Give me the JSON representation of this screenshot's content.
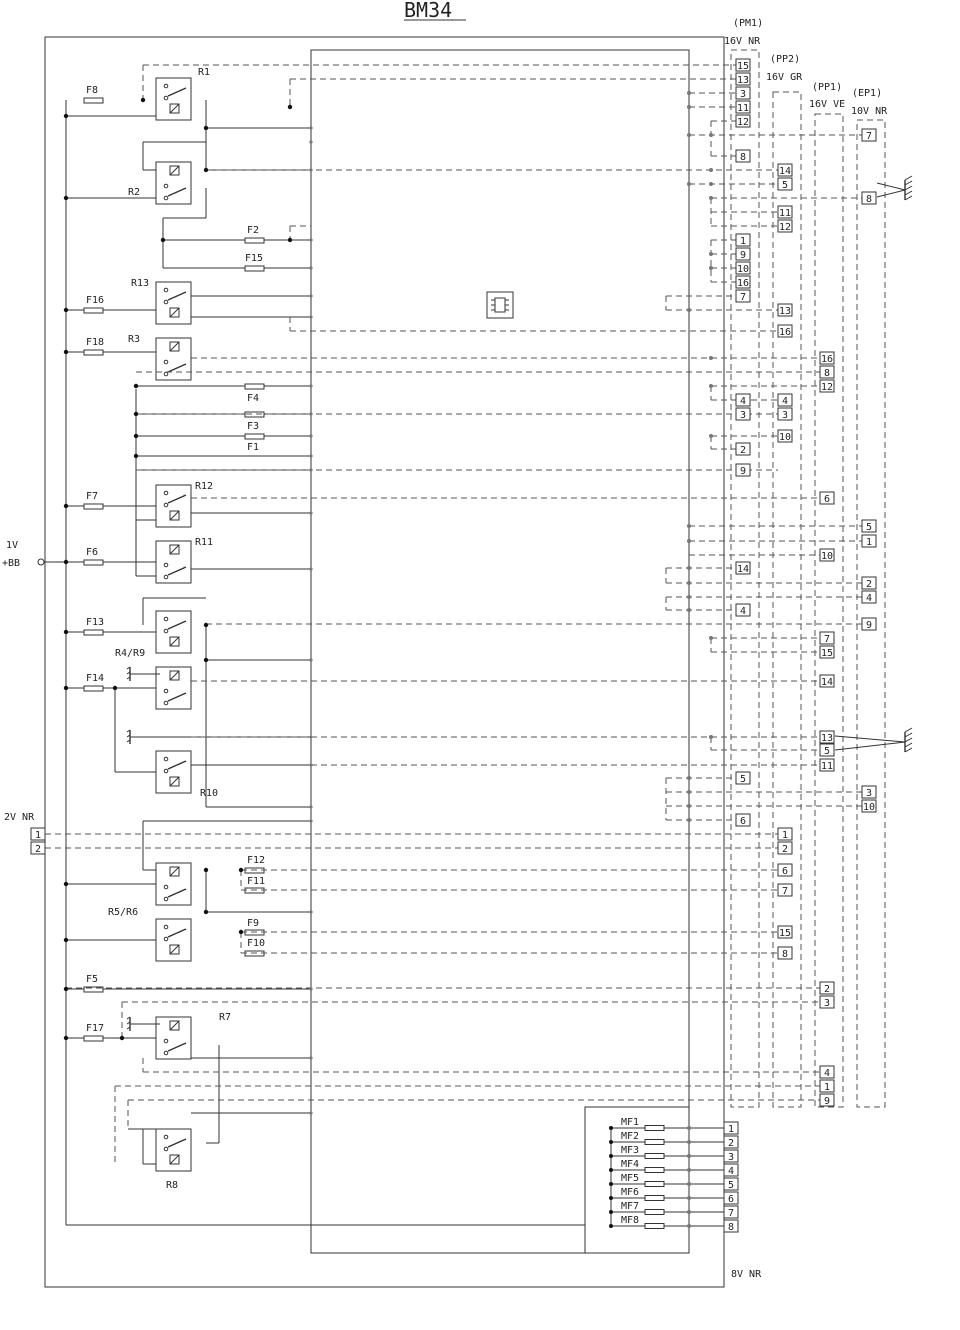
{
  "title": "BM34",
  "supply": {
    "label_top": "1V",
    "label_bottom": "+BB"
  },
  "connectors": {
    "pm1": {
      "name": "(PM1)",
      "spec": "16V NR"
    },
    "pp2": {
      "name": "(PP2)",
      "spec": "16V GR"
    },
    "pp1": {
      "name": "(PP1)",
      "spec": "16V VE"
    },
    "ep1": {
      "name": "(EP1)",
      "spec": "10V NR"
    },
    "c2v": {
      "spec": "2V NR"
    },
    "c8v": {
      "spec": "8V NR"
    }
  },
  "relays": [
    "R1",
    "R2",
    "R13",
    "R3",
    "R12",
    "R11",
    "R4/R9",
    "R10",
    "R5/R6",
    "R7",
    "R8"
  ],
  "fuses": [
    "F8",
    "F2",
    "F15",
    "F16",
    "F18",
    "F4",
    "F3",
    "F1",
    "F7",
    "F6",
    "F13",
    "F14",
    "F12",
    "F11",
    "F9",
    "F10",
    "F5",
    "F17"
  ],
  "maxi_fuses": [
    "MF1",
    "MF2",
    "MF3",
    "MF4",
    "MF5",
    "MF6",
    "MF7",
    "MF8"
  ],
  "pins": {
    "pm1": [
      "15",
      "13",
      "3",
      "11",
      "12",
      "8",
      "1",
      "9",
      "10",
      "16",
      "7",
      "4",
      "3",
      "2",
      "9",
      "14",
      "4",
      "5",
      "6"
    ],
    "pp2": [
      "14",
      "5",
      "11",
      "12",
      "13",
      "16",
      "4",
      "3",
      "10",
      "1",
      "2",
      "6",
      "7",
      "15",
      "8"
    ],
    "pp1": [
      "16",
      "8",
      "12",
      "6",
      "10",
      "7",
      "15",
      "14",
      "13",
      "5",
      "11",
      "2",
      "3",
      "4",
      "1",
      "9"
    ],
    "ep1": [
      "7",
      "8",
      "5",
      "1",
      "2",
      "4",
      "9",
      "3",
      "10"
    ],
    "c2v": [
      "1",
      "2"
    ],
    "c8v": [
      "1",
      "2",
      "3",
      "4",
      "5",
      "6",
      "7",
      "8"
    ]
  }
}
